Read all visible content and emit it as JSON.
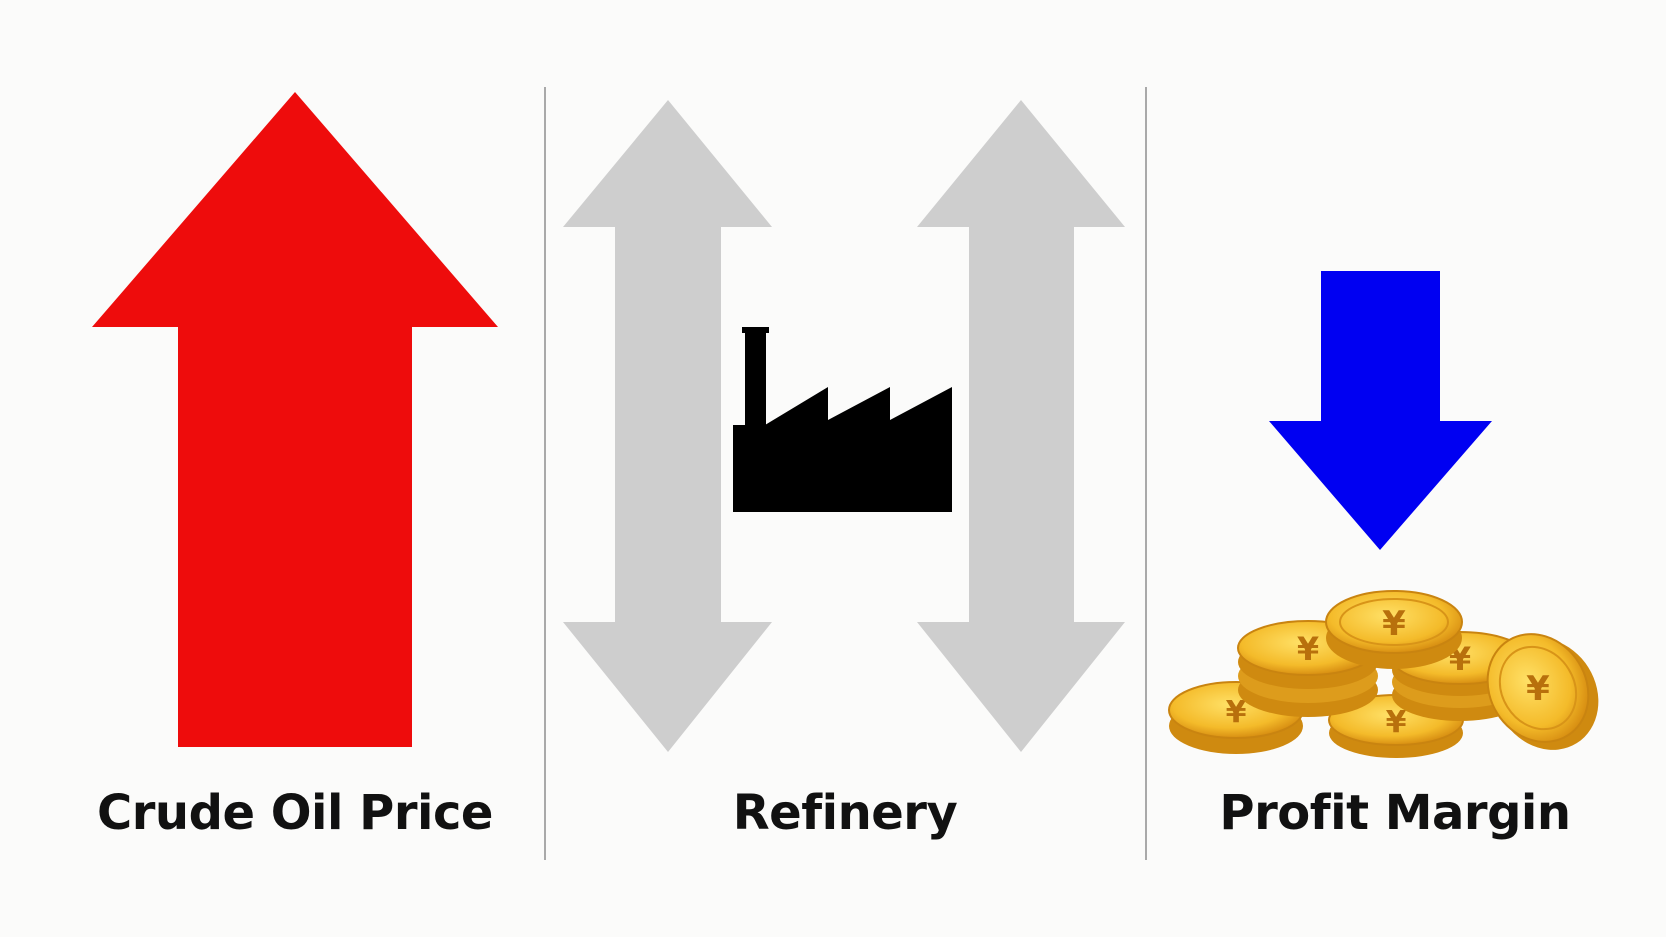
{
  "panels": [
    {
      "label": "Crude Oil Price",
      "arrow": "up",
      "arrow_color": "#ee0c0c"
    },
    {
      "label": "Refinery",
      "arrows": "double-vertical",
      "arrow_color": "#cecece",
      "icon": "factory-icon",
      "icon_color": "#000000"
    },
    {
      "label": "Profit Margin",
      "arrow": "down",
      "arrow_color": "#0000f2",
      "icon": "coins-icon",
      "icon_color": "#f0b72a",
      "coin_symbol": "¥"
    }
  ],
  "colors": {
    "background": "#fbfbfa",
    "divider": "#a9a9a9",
    "text": "#111111"
  }
}
